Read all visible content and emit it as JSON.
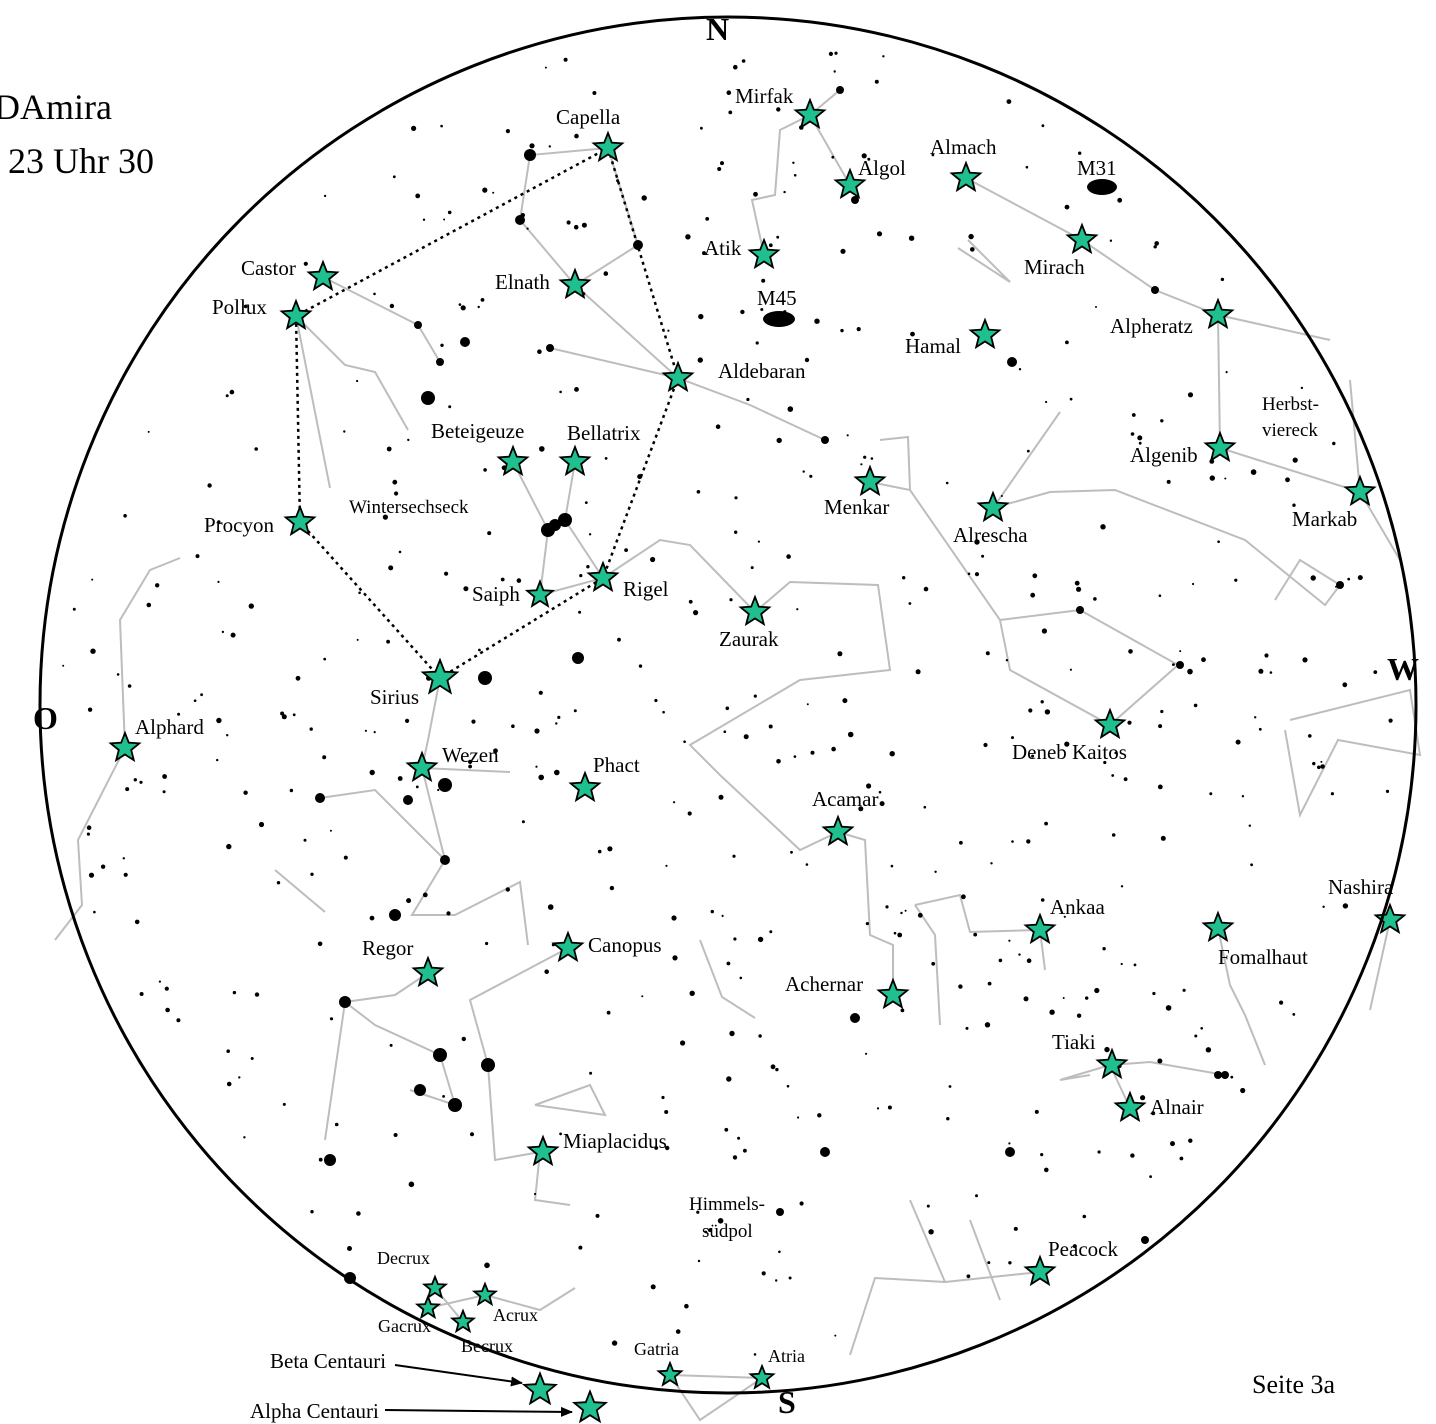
{
  "header": {
    "line1": "DAmira",
    "line2": "23 Uhr 30"
  },
  "footer": {
    "page": "Seite 3a"
  },
  "directions": {
    "north": "N",
    "south": "S",
    "east": "O",
    "west": "W"
  },
  "stars": [
    {
      "id": "capella",
      "label": "Capella"
    },
    {
      "id": "mirfak",
      "label": "Mirfak"
    },
    {
      "id": "algol",
      "label": "Algol"
    },
    {
      "id": "almach",
      "label": "Almach"
    },
    {
      "id": "atik",
      "label": "Atik"
    },
    {
      "id": "mirach",
      "label": "Mirach"
    },
    {
      "id": "castor",
      "label": "Castor"
    },
    {
      "id": "pollux",
      "label": "Pollux"
    },
    {
      "id": "elnath",
      "label": "Elnath"
    },
    {
      "id": "alpheratz",
      "label": "Alpheratz"
    },
    {
      "id": "hamal",
      "label": "Hamal"
    },
    {
      "id": "aldebaran",
      "label": "Aldebaran"
    },
    {
      "id": "beteigeuze",
      "label": "Beteigeuze"
    },
    {
      "id": "bellatrix",
      "label": "Bellatrix"
    },
    {
      "id": "algenib",
      "label": "Algenib"
    },
    {
      "id": "menkar",
      "label": "Menkar"
    },
    {
      "id": "markab",
      "label": "Markab"
    },
    {
      "id": "alrescha",
      "label": "Alrescha"
    },
    {
      "id": "procyon",
      "label": "Procyon"
    },
    {
      "id": "rigel",
      "label": "Rigel"
    },
    {
      "id": "saiph",
      "label": "Saiph"
    },
    {
      "id": "zaurak",
      "label": "Zaurak"
    },
    {
      "id": "sirius",
      "label": "Sirius"
    },
    {
      "id": "alphard",
      "label": "Alphard"
    },
    {
      "id": "deneb-kaitos",
      "label": "Deneb Kaitos"
    },
    {
      "id": "wezen",
      "label": "Wezen"
    },
    {
      "id": "phact",
      "label": "Phact"
    },
    {
      "id": "acamar",
      "label": "Acamar"
    },
    {
      "id": "nashira",
      "label": "Nashira"
    },
    {
      "id": "ankaa",
      "label": "Ankaa"
    },
    {
      "id": "canopus",
      "label": "Canopus"
    },
    {
      "id": "fomalhaut",
      "label": "Fomalhaut"
    },
    {
      "id": "regor",
      "label": "Regor"
    },
    {
      "id": "achernar",
      "label": "Achernar"
    },
    {
      "id": "tiaki",
      "label": "Tiaki"
    },
    {
      "id": "alnair",
      "label": "Alnair"
    },
    {
      "id": "miaplacidus",
      "label": "Miaplacidus"
    },
    {
      "id": "peacock",
      "label": "Peacock"
    },
    {
      "id": "decrux",
      "label": "Decrux"
    },
    {
      "id": "acrux",
      "label": "Acrux"
    },
    {
      "id": "gacrux",
      "label": "Gacrux"
    },
    {
      "id": "becrux",
      "label": "Becrux"
    },
    {
      "id": "gatria",
      "label": "Gatria"
    },
    {
      "id": "atria",
      "label": "Atria"
    },
    {
      "id": "beta-centauri",
      "label": "Beta Centauri"
    },
    {
      "id": "alpha-centauri",
      "label": "Alpha Centauri"
    }
  ],
  "labels": {
    "wintersechseck": "Wintersechseck",
    "herbstviereck_1": "Herbst-",
    "herbstviereck_2": "viereck",
    "himmelssuedpol_1": "Himmels-",
    "himmelssuedpol_2": "südpol"
  },
  "objects": {
    "m31": "M31",
    "m45": "M45"
  },
  "colors": {
    "star_fill": "#1fbf8f",
    "line": "#bdbdbd",
    "ink": "#000000"
  }
}
